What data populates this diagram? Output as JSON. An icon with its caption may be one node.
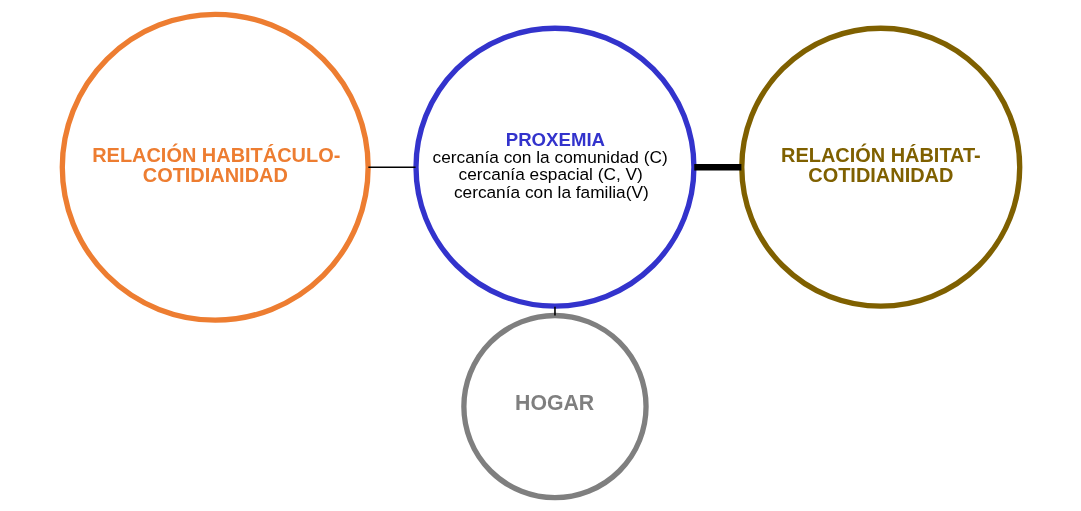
{
  "diagram": {
    "nodes": [
      {
        "text": [
          "RELACIÓN HABITÁCULO-COTIDIANIDAD"
        ]
      },
      {
        "text": [
          "PROXEMIA",
          "cercanía con la comunidad (C)",
          "cercanía espacial (C, V)",
          "cercanía con la familia(V)"
        ]
      },
      {
        "text": [
          "RELACIÓN HÁBITAT-COTIDIANIDAD"
        ]
      },
      {
        "text": [
          "HOGAR"
        ]
      }
    ],
    "edges": [
      {
        "from": 0,
        "to": 1,
        "arrow": "none"
      },
      {
        "from": 1,
        "to": 2,
        "arrow": "none",
        "style": "thick"
      },
      {
        "from": 1,
        "to": 3,
        "arrow": "none"
      }
    ]
  }
}
